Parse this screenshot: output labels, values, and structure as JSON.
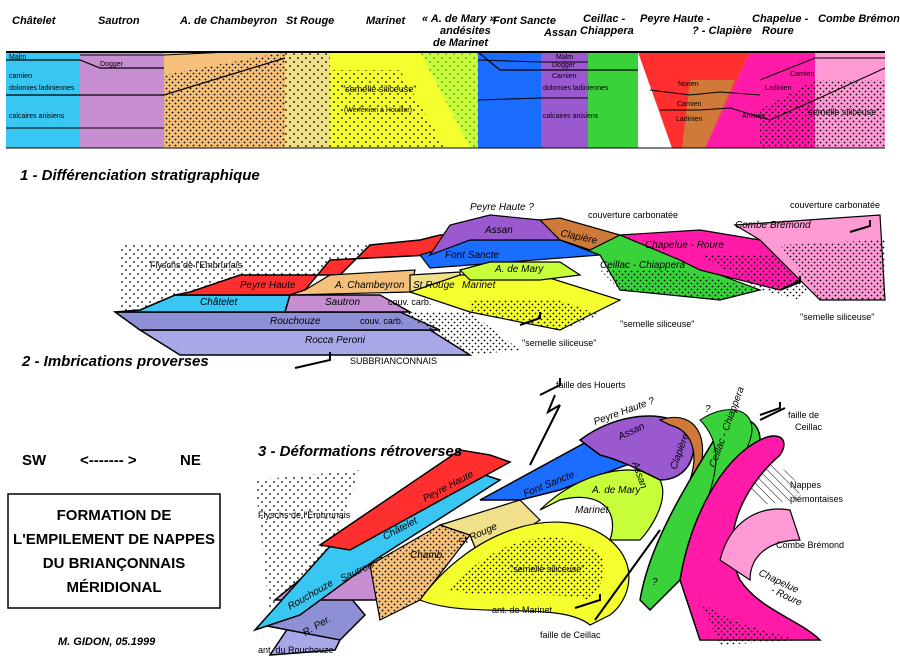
{
  "colors": {
    "chatelet": "#39c6f2",
    "sautron": "#c78fd1",
    "chambeyron": "#f5c07a",
    "strouge": "#f0e08a",
    "marinet": "#f5ff2e",
    "mary": "#c7ff3a",
    "fontsancte": "#1a6dff",
    "assan": "#9b59d0",
    "ceillac": "#39d23a",
    "peyrehaute": "#ff2f2f",
    "clapiere": "#d07a3a",
    "chapelue": "#ff1aa8",
    "combe": "#ff9ad5",
    "rouchouze": "#8f8fd6",
    "rocca": "#a8a8e8"
  },
  "section1": {
    "headers": [
      "Châtelet",
      "Sautron",
      "A. de Chambeyron",
      "St Rouge",
      "Marinet",
      "« A. de Mary »",
      "andésites",
      "de Marinet",
      "Font Sancte",
      "Ceillac -",
      "Chiappera",
      "Assan",
      "Peyre Haute -",
      "? - Clapière",
      "Chapelue -",
      "Roure",
      "Combe Brémond"
    ],
    "strata": {
      "malm": "Malm",
      "carnien": "carnien",
      "dolomies": "dolomies ladiniennes",
      "anisiens": "calcaires anisiens",
      "dogger": "Dogger",
      "semelle": "\"semelle siliceuse\"",
      "werfenien": "(Werfénien à Houiller)",
      "malm2": "Malm",
      "dogger2": "Dogger",
      "carnien2": "Carnien",
      "dolomies2": "dolomies ladiniennes",
      "anisiens2": "calcaires anisiens",
      "norien": "Norien",
      "carnien3": "Carnien",
      "ladinien": "Ladinien",
      "carnien4": "Carnien",
      "ladinien2": "Ladinien",
      "anisien": "Anisien",
      "semelle2": "\"semelle siliceuse\""
    },
    "title": "1 - Différenciation stratigraphique"
  },
  "section2": {
    "title": "2 - Imbrications proverses",
    "labels": {
      "peyrehaute_q": "Peyre Haute ?",
      "assan": "Assan",
      "clapiere": "Clapière",
      "couv1": "couverture carbonatée",
      "couv2": "couverture carbonatée",
      "combe": "Combe Brémond",
      "chapelue": "Chapelue - Roure",
      "flyschs": "Flyschs de l'Embrunais",
      "fontsancte": "Font Sancte",
      "ceillac": "Ceillac - Chiappera",
      "mary": "A. de Mary",
      "peyrehaute": "Peyre Haute",
      "chambeyron": "A. Chambeyron",
      "strouge": "St Rouge",
      "marinet": "Marinet",
      "chatelet": "Châtelet",
      "sautron": "Sautron",
      "couvcarb1": "couv. carb.",
      "rouchouze": "Rouchouze",
      "couvcarb2": "couv. carb.",
      "rocca": "Rocca Peroni",
      "semelle1": "\"semelle siliceuse\"",
      "semelle2": "\"semelle siliceuse\"",
      "semelle3": "\"semelle siliceuse\"",
      "subbrianconnais": "SUBBRIANCONNAIS"
    }
  },
  "section3": {
    "title": "3 - Déformations rétroverses",
    "labels": {
      "hourets": "faille des Houerts",
      "peyrehaute_q": "Peyre Haute ?",
      "q1": "?",
      "assan": "Assan",
      "clapiere": "Clapière",
      "ceillac_chiap": "Ceillac - Chiappera",
      "assan2": "Assan",
      "faille_ceillac_top": "faille de",
      "faille_ceillac_top2": "Ceillac",
      "nappes": "Nappes",
      "piemontaises": "piémontaises",
      "flyschs": "Flyschs de l'Embrunais",
      "peyrehaute": "Peyre Haute",
      "fontsancte": "Font Sancte",
      "mary": "A. de Mary",
      "marinet": "Marinet",
      "chatelet": "Châtelet",
      "chamb": "Chamb.",
      "strouge": "St Rouge",
      "semelle": "\"semelle siliceuse\"",
      "sautron": "Sautron",
      "rouchouze": "Rouchouze",
      "rper": "R. Per.",
      "q2": "?",
      "combe": "Combe Brémond",
      "chapelue": "Chapelue",
      "roure": "- Roure",
      "ant_marinet": "ant. de Marinet",
      "faille_ceillac": "faille de Ceillac",
      "ant_rouchouze": "ant. du Rouchouze"
    }
  },
  "legend": {
    "sw": "SW",
    "arrow": "<------- >",
    "ne": "NE",
    "box": [
      "FORMATION DE",
      "L'EMPILEMENT DE NAPPES",
      "DU BRIANÇONNAIS",
      "MÉRIDIONAL"
    ],
    "author": "M. GIDON, 05.1999"
  }
}
